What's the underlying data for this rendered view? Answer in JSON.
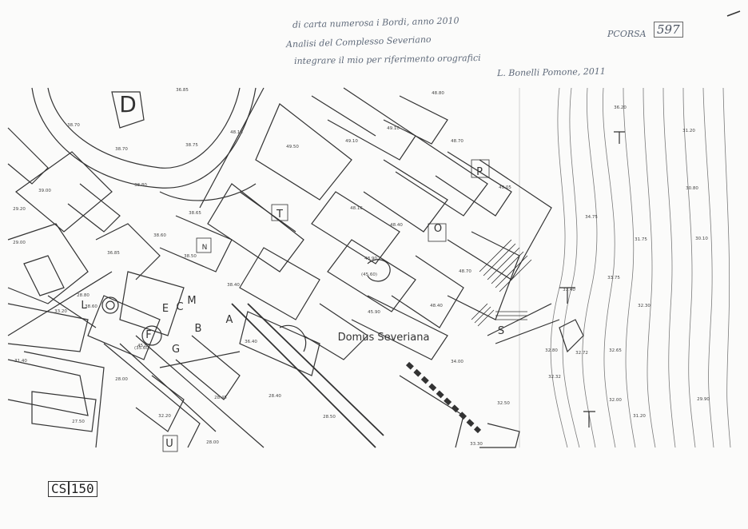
{
  "note_lines": [
    "di carta numerosa i Bordi, anno 2010",
    "Analisi del Complesso Severiano",
    "integrare il mio per riferimento orografici",
    "L. Bonelli Pomone, 2011"
  ],
  "archive": {
    "prefix": "PCORSA",
    "number": "597"
  },
  "stamp": {
    "part1": "CS",
    "part2": "150"
  },
  "map_title": "Domus Severiana",
  "sector_letters": [
    "D",
    "L",
    "N",
    "T",
    "O",
    "P",
    "M",
    "E",
    "C",
    "B",
    "A",
    "F",
    "G",
    "S",
    "U"
  ],
  "elevations": [
    "36.85",
    "48.80",
    "36.20",
    "38.70",
    "38.70",
    "38.75",
    "48.15",
    "49.50",
    "49.10",
    "49.10",
    "31.20",
    "38.80",
    "39.00",
    "29.20",
    "29.00",
    "38.65",
    "38.60",
    "36.85",
    "38.50",
    "38.40",
    "48.16",
    "48.70",
    "48.40",
    "49.05",
    "30.80",
    "34.75",
    "31.75",
    "30.10",
    "33.20",
    "28.80",
    "31.40",
    "28.00",
    "27.50",
    "32.20",
    "28.00",
    "28.45",
    "28.40",
    "28.50",
    "34.00",
    "32.50",
    "33.30",
    "33.40",
    "33.75",
    "32.30",
    "32.80",
    "32.72",
    "32.65",
    "32.32",
    "32.00",
    "31.20",
    "29.90",
    "48.90",
    "45.90",
    "48.40",
    "48.70",
    "(45.60)",
    "45.00",
    "(35.60)",
    "36.40",
    "38.60"
  ],
  "colors": {
    "ink": "#333333",
    "pencil": "#5f6a7a",
    "paper": "#fbfbfa"
  }
}
